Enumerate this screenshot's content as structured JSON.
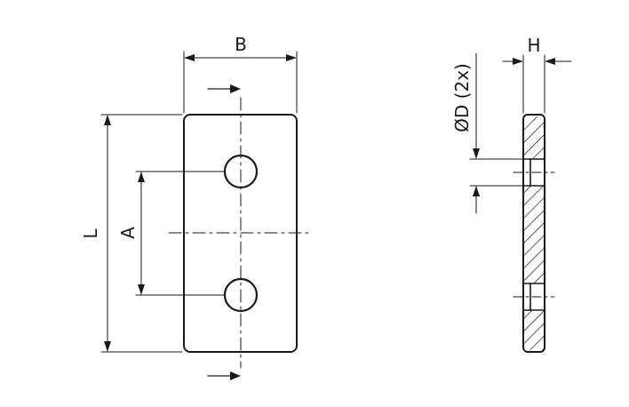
{
  "labels": {
    "B": "B",
    "L": "L",
    "A": "A",
    "H": "H",
    "D": "ØD (2x)"
  },
  "colors": {
    "stroke": "#1a1a1a",
    "background": "#ffffff"
  }
}
